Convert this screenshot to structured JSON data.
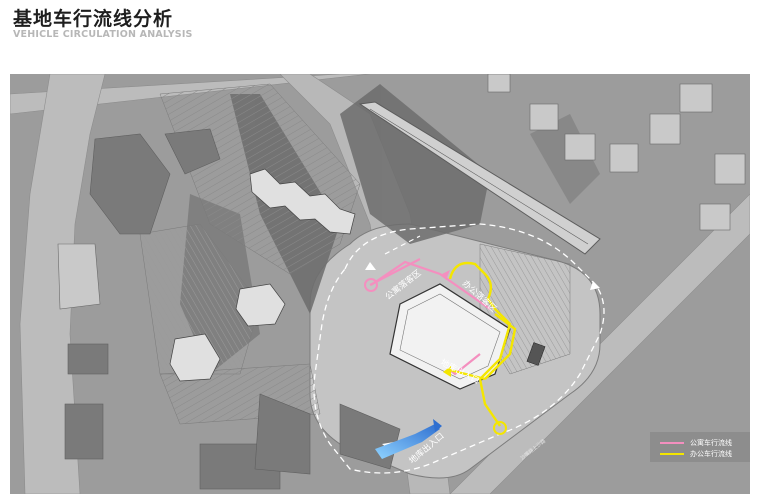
{
  "header": {
    "title": "基地车行流线分析",
    "subtitle": "VEHICLE CIRCULATION ANALYSIS"
  },
  "map": {
    "labels": {
      "apartment_drop": "公寓落客区",
      "office_drop": "办公落客区",
      "parking_entrance_1": "地库出入口",
      "parking_entrance_2": "地库出入口",
      "road_name": "沙嘴路上沙路"
    },
    "legend": [
      {
        "label": "公寓车行流线",
        "color": "#f48fbf"
      },
      {
        "label": "办公车行流线",
        "color": "#f4e600"
      }
    ],
    "colors": {
      "background": "#999999",
      "road": "#bcbcbc",
      "site": "#c7c7c7",
      "building_dark": "#6f6f6f",
      "building_light": "#d4d4d4",
      "apartment_route": "#f48fbf",
      "office_route": "#f4e600",
      "ramp": "#4fa7e0"
    }
  }
}
